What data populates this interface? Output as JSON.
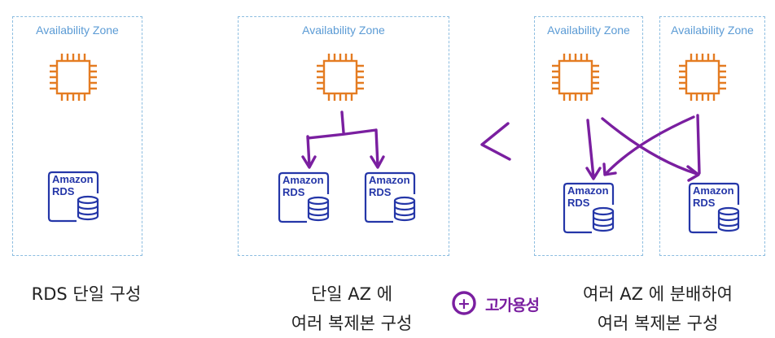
{
  "zones": [
    {
      "label": "Availability Zone"
    },
    {
      "label": "Availability Zone"
    },
    {
      "label": "Availability Zone"
    },
    {
      "label": "Availability Zone"
    }
  ],
  "rds_icon": {
    "line1": "Amazon",
    "line2": "RDS"
  },
  "captions": {
    "single": "RDS 단일 구성",
    "single_az_line1": "단일 AZ 에",
    "single_az_line2": "여러 복제본 구성",
    "multi_az_line1": "여러 AZ 에 분배하여",
    "multi_az_line2": "여러 복제본 구성"
  },
  "annotation": {
    "comparison_symbol": "<",
    "plus_symbol": "+",
    "handwritten_text": "고가용성",
    "color": "#7a1fa0"
  },
  "colors": {
    "chip": "#e47c22",
    "rds": "#2436a8",
    "zone_border": "#8cbde0",
    "zone_label": "#5b9bd5"
  },
  "icons": [
    "ec2-chip-icon",
    "amazon-rds-icon",
    "database-icon"
  ]
}
